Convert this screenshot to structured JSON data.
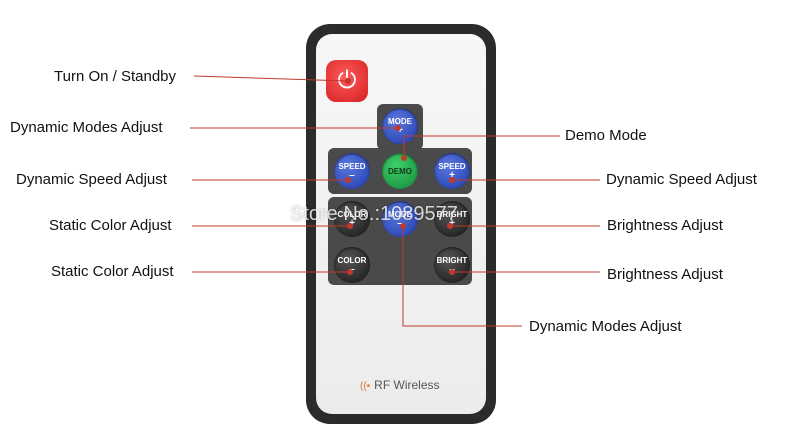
{
  "labels": {
    "turn_on": "Turn On / Standby",
    "dyn_modes_top": "Dynamic Modes Adjust",
    "demo_mode": "Demo Mode",
    "dyn_speed_left": "Dynamic Speed Adjust",
    "dyn_speed_right": "Dynamic Speed Adjust",
    "static_color_1": "Static Color Adjust",
    "static_color_2": "Static Color Adjust",
    "brightness_1": "Brightness Adjust",
    "brightness_2": "Brightness Adjust",
    "dyn_modes_bottom": "Dynamic Modes Adjust"
  },
  "buttons": {
    "power_symbol": "⏻",
    "mode_top": "MODE",
    "mode_top_sym": "+",
    "speed_left": "SPEED",
    "speed_left_sym": "–",
    "demo": "DEMO",
    "speed_right": "SPEED",
    "speed_right_sym": "+",
    "color_top": "COLOR",
    "color_top_sym": "+",
    "mode_bottom": "MODE",
    "mode_bottom_sym": "–",
    "bright_top": "BRIGHT",
    "bright_top_sym": "+",
    "color_bottom": "COLOR",
    "color_bottom_sym": "–",
    "bright_bottom": "BRIGHT",
    "bright_bottom_sym": "–"
  },
  "footer": {
    "rf_icon": "wifi-icon",
    "rf_text": "RF Wireless"
  },
  "watermark": "Store No.:1089577",
  "colors": {
    "leader_line": "#c0392b",
    "power": "#d42020",
    "blue_button": "#1f3aa8",
    "green_button": "#14883a"
  }
}
